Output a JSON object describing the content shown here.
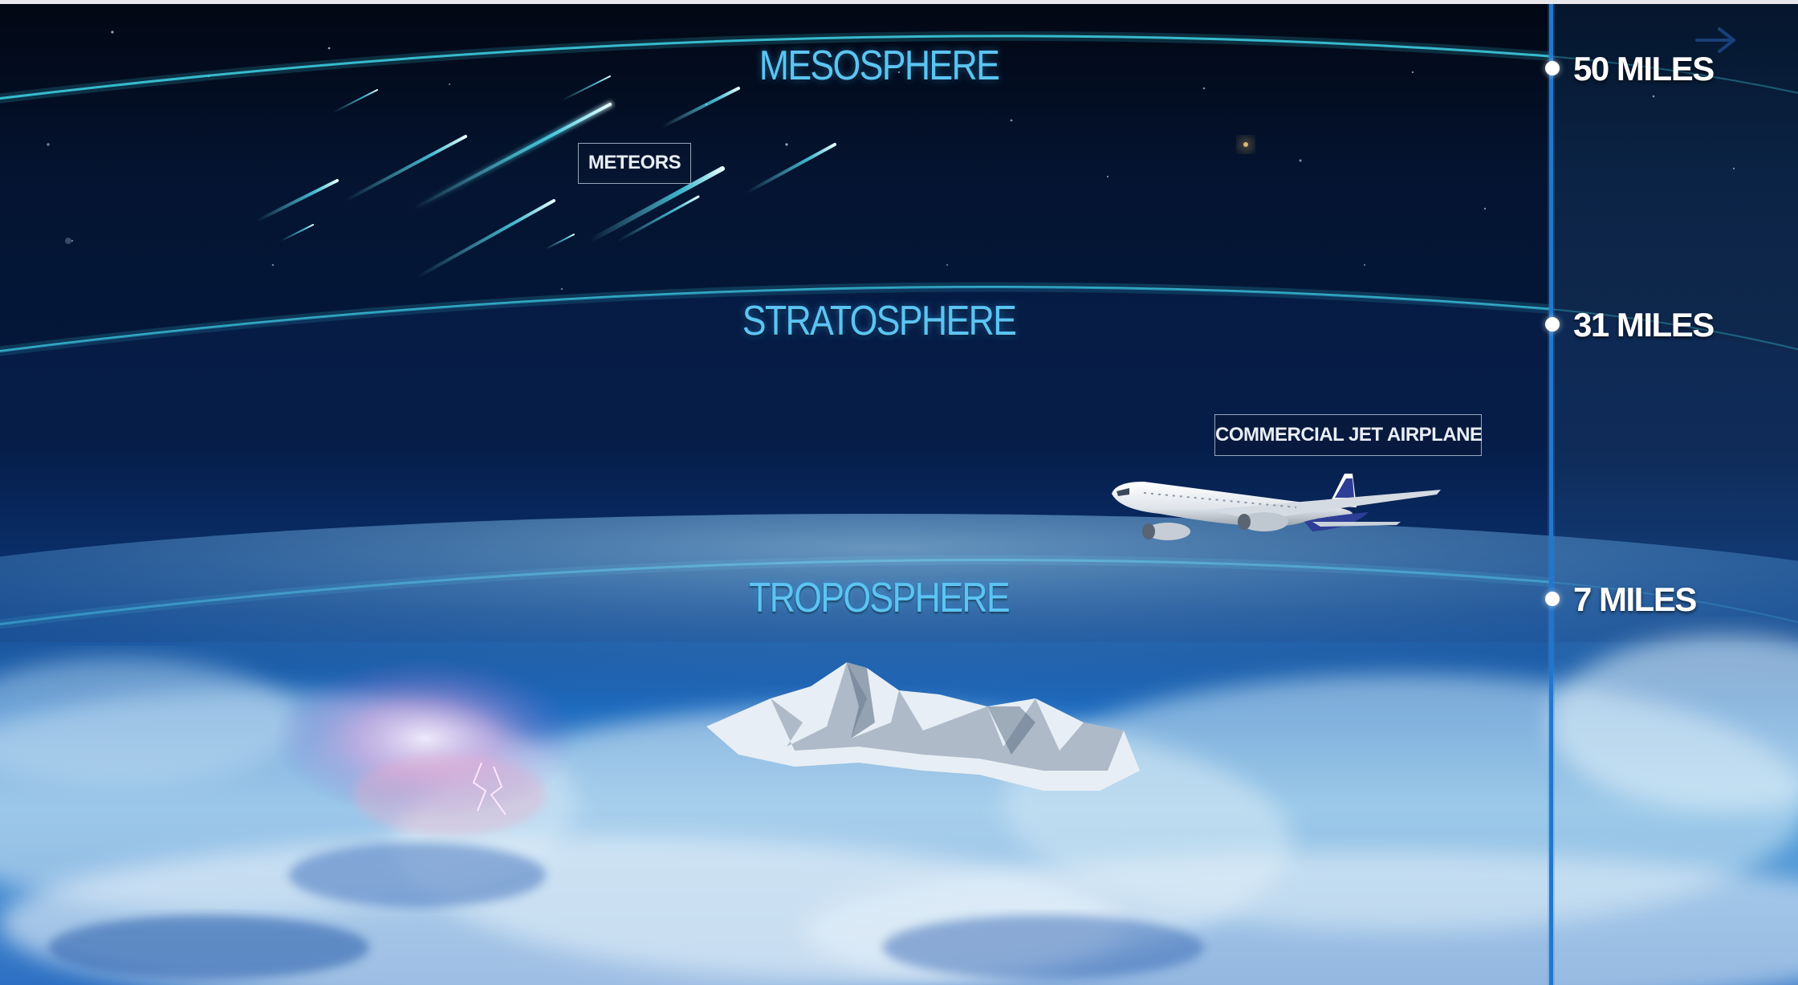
{
  "layers": {
    "mesosphere": {
      "name": "MESOSPHERE",
      "altitude": "50 MILES"
    },
    "stratosphere": {
      "name": "STRATOSPHERE",
      "altitude": "31 MILES"
    },
    "troposphere": {
      "name": "TROPOSPHERE",
      "altitude": "7 MILES"
    }
  },
  "callouts": {
    "meteors": "METEORS",
    "airplane": "COMMERCIAL JET AIRPLANE"
  },
  "icons": {
    "next": "arrow-right-icon",
    "meteors": "meteor-streaks",
    "airplane": "jet-airplane",
    "mountain": "mountain-peak",
    "lightning": "lightning-bolt"
  },
  "colors": {
    "space_top": "#03091c",
    "space_mid": "#06204a",
    "atmosphere_line": "#3fd3e8",
    "layer_label": "#5cc4f2",
    "altitude_bar": "#1f6fc4"
  }
}
